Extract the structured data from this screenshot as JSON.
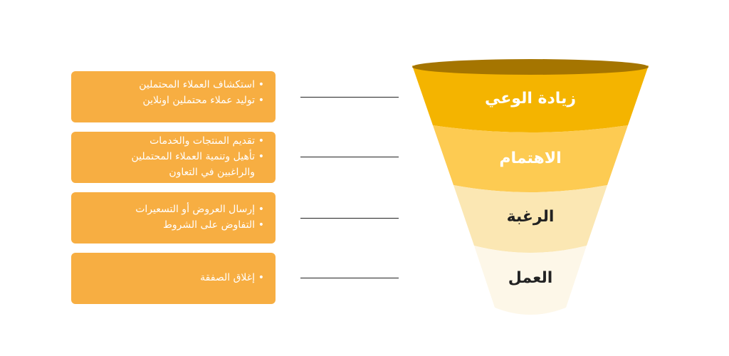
{
  "funnel": {
    "stages": [
      {
        "label": "زيادة الوعي",
        "color": "#f4b400",
        "text_color": "#ffffff"
      },
      {
        "label": "الاهتمام",
        "color": "#fdcb52",
        "text_color": "#ffffff"
      },
      {
        "label": "الرغبة",
        "color": "#fbe7b3",
        "text_color": "#222222"
      },
      {
        "label": "العمل",
        "color": "#fdf7e8",
        "text_color": "#222222"
      }
    ],
    "rim_color": "#a57500"
  },
  "boxes": [
    {
      "items": [
        "استكشاف العملاء المحتملين",
        "توليد عملاء محتملين اونلاين"
      ]
    },
    {
      "items": [
        "تقديم المنتجات والخدمات",
        "تأهيل وتنمية العملاء المحتملين",
        "والراغبين في التعاون"
      ]
    },
    {
      "items": [
        "إرسال العروض أو التسعيرات",
        "التفاوض على الشروط"
      ]
    },
    {
      "items": [
        "إغلاق الصفقة"
      ]
    }
  ],
  "box_color": "#f7ae42"
}
